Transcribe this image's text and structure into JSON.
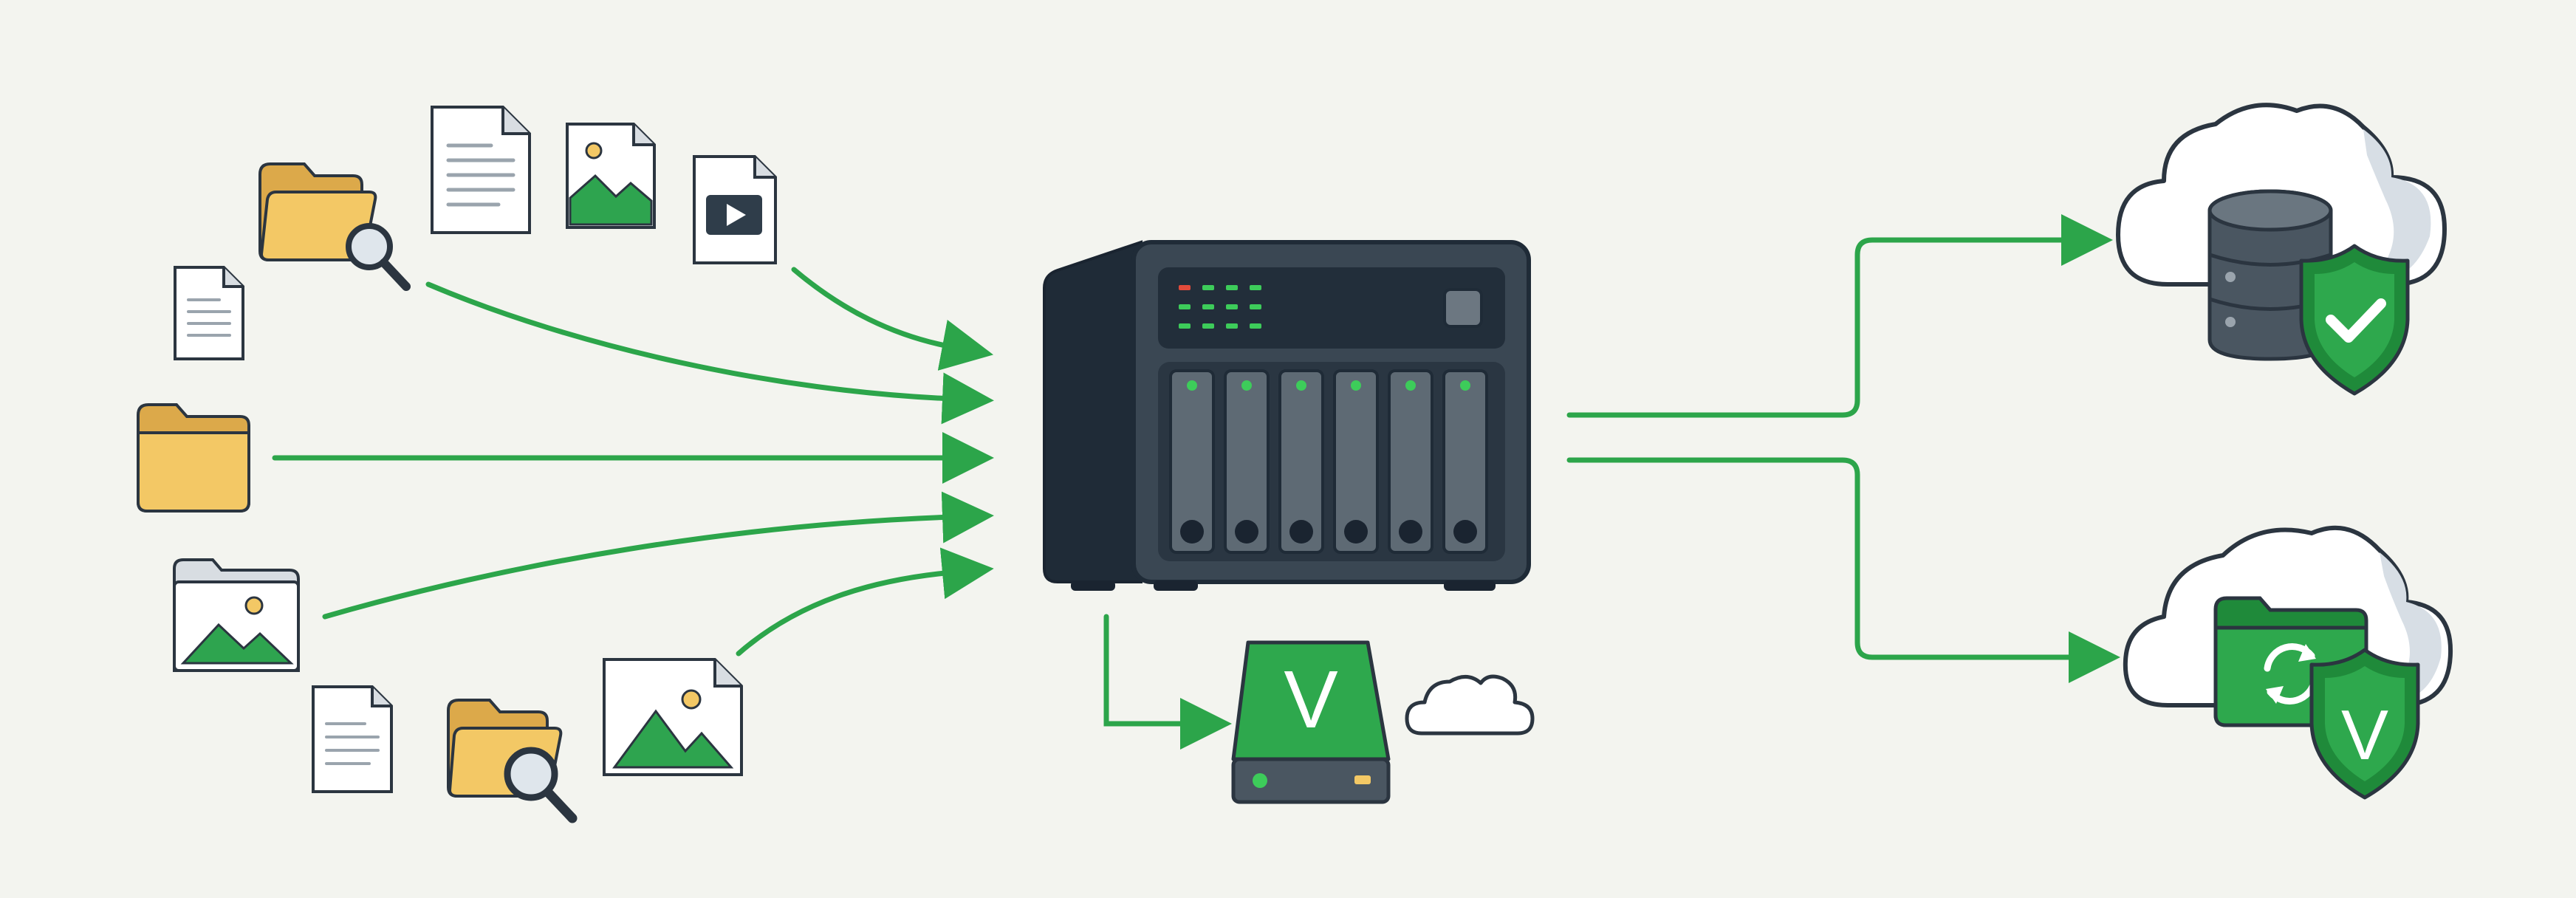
{
  "colors": {
    "background": "#f3f4ef",
    "flow_arrow": "#2ca54a",
    "outline": "#2b3540",
    "folder_yellow": "#f3c865",
    "folder_yellow_dark": "#dca94a",
    "document_white": "#ffffff",
    "image_green": "#2ea44f",
    "nas_body": "#3a4753",
    "nas_side": "#1f2b37",
    "nas_bay": "#5e6a74",
    "led_green": "#3dcc5a",
    "led_red": "#e24b3b",
    "shield_green": "#1f8a3a",
    "drive_green": "#2ea84d",
    "database_gray": "#4a5661",
    "cloud_fill": "#ffffff"
  },
  "diagram": {
    "source_items": [
      {
        "name": "folder-search-icon"
      },
      {
        "name": "text-document-icon"
      },
      {
        "name": "image-document-icon"
      },
      {
        "name": "video-document-icon"
      },
      {
        "name": "small-document-icon"
      },
      {
        "name": "folder-icon"
      },
      {
        "name": "photo-folder-icon"
      },
      {
        "name": "text-document-icon"
      },
      {
        "name": "folder-search-icon"
      },
      {
        "name": "image-document-icon"
      }
    ],
    "nas": {
      "icon": "nas-server-icon",
      "drive_bays": 6,
      "leds": 12
    },
    "local_backup": {
      "icon": "external-drive-icon",
      "letter": "V",
      "extra": "small-cloud-icon"
    },
    "cloud_targets": [
      {
        "icon": "cloud-database-icon",
        "badge": "shield-check-icon"
      },
      {
        "icon": "cloud-sync-folder-icon",
        "badge": "shield-check-icon",
        "letter": "V"
      }
    ]
  }
}
